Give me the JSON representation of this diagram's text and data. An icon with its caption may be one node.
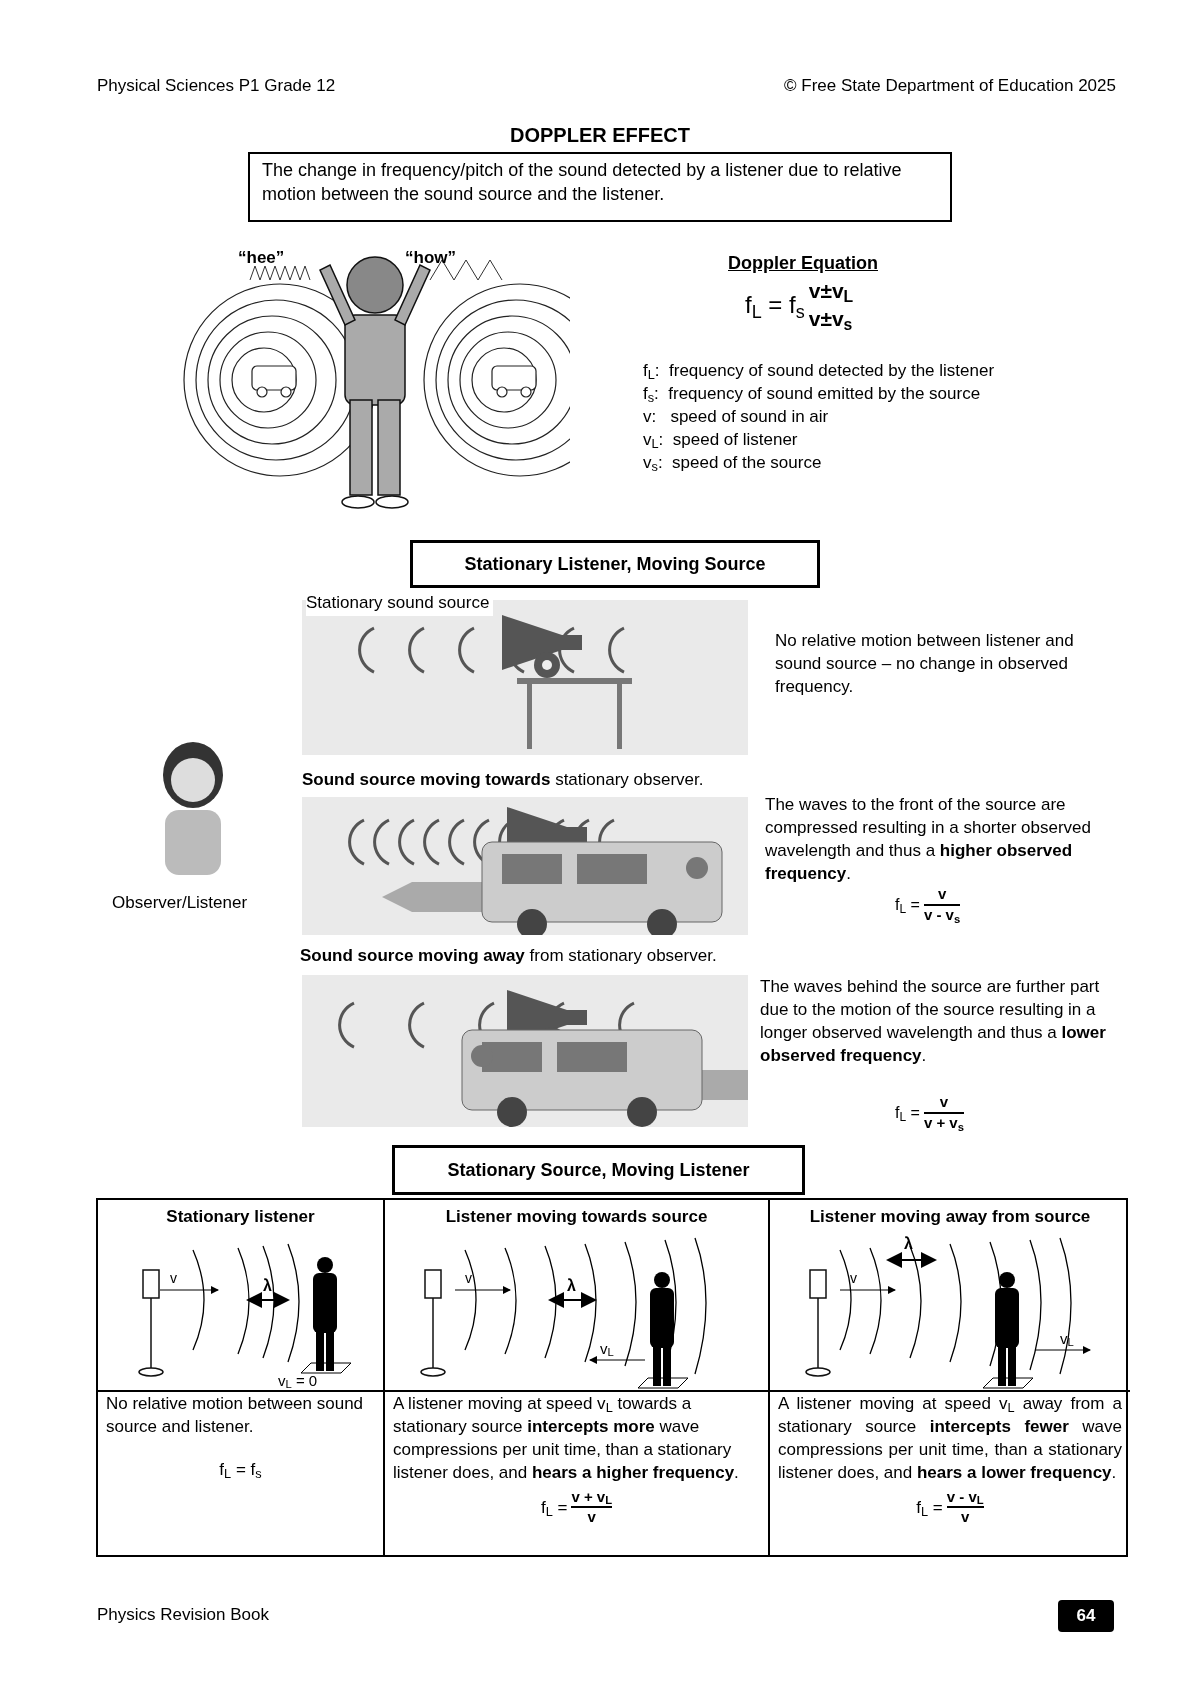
{
  "diagram": {
    "title": "DOPPLER EFFECT",
    "nodes": [
      {
        "text": [
          "The change in frequency/pitch of the sound detected by a listener due to relative motion between the sound source and the listener."
        ]
      },
      {
        "text": [
          "Stationary Listener, Moving Source"
        ]
      },
      {
        "text": [
          "Stationary Source, Moving Listener"
        ]
      }
    ],
    "labels": [
      "Physical Sciences P1 Grade 12",
      "© Free State Department of Education 2025",
      "“hee”",
      "“how”",
      "Doppler Equation",
      "f$_{L}$ = f$_{s}$",
      "v±v$_{L}$",
      "v±v$_{s}$",
      "f$_{L}$:  frequency of sound detected by the listener",
      "f$_{s}$:  frequency of sound emitted by the source",
      "v:   speed of sound in air",
      "v$_{L}$:  speed of listener",
      "v$_{s}$:  speed of the source",
      "Stationary sound source",
      "No relative motion between listener and sound source – no change in observed frequency.",
      "Observer/Listener",
      "**Sound source moving towards** stationary observer.",
      "The waves to the front of the source are compressed resulting in a shorter observed wavelength and thus a **higher observed frequency**.",
      "f$_{L}$ =",
      "v",
      "v - v$_{s}$",
      "**Sound source moving away** from stationary observer.",
      "The waves behind the source are further part due to the motion of the source resulting in a longer observed wavelength and thus a **lower observed frequency**.",
      "f$_{L}$ =",
      "v",
      "v + v$_{s}$",
      "Stationary listener",
      "Listener moving towards source",
      "Listener moving away from source",
      "v",
      "λ",
      "v$_{L}$ = 0",
      "v",
      "λ",
      "v$_{L}$",
      "v",
      "λ",
      "v$_{L}$",
      "No relative motion between sound source and listener.",
      "f$_{L}$ = f$_{s}$",
      "A listener moving at speed v$_{L}$ towards a stationary source **intercepts more** wave compressions per unit time, than a stationary listener does, and **hears a higher frequency**.",
      "f$_{L}$ =",
      "v + v$_{L}$",
      "v",
      "A listener moving at speed v$_{L}$ away from a stationary source **intercepts fewer** wave compressions per unit time, than a stationary listener does, and **hears a lower frequency**.",
      "f$_{L}$ =",
      "v - v$_{L}$",
      "v",
      "Physics Revision Book",
      "64"
    ]
  }
}
